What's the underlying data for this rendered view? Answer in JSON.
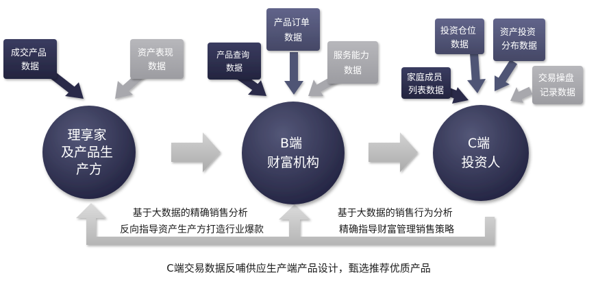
{
  "circles": {
    "producer": {
      "lines": [
        "理享家",
        "及产品生",
        "产方"
      ]
    },
    "institution": {
      "lines": [
        "B端",
        "财富机构"
      ]
    },
    "investor": {
      "lines": [
        "C端",
        "投资人"
      ]
    }
  },
  "boxes": {
    "deal_products": {
      "lines": [
        "成交产品",
        "数据"
      ]
    },
    "asset_performance": {
      "lines": [
        "资产表现",
        "数据"
      ]
    },
    "product_query": {
      "lines": [
        "产品查询",
        "数据"
      ]
    },
    "product_order": {
      "lines": [
        "产品订单",
        "数据"
      ]
    },
    "service_capability": {
      "lines": [
        "服务能力",
        "数据"
      ]
    },
    "family_members": {
      "lines": [
        "家庭成员",
        "列表数据"
      ]
    },
    "investment_position": {
      "lines": [
        "投资仓位",
        "数据"
      ]
    },
    "asset_allocation": {
      "lines": [
        "资产投资",
        "分布数据"
      ]
    },
    "trading_records": {
      "lines": [
        "交易操盘",
        "记录数据"
      ]
    }
  },
  "captions": {
    "left": [
      "基于大数据的精确销售分析",
      "反向指导资产生产方打造行业爆款"
    ],
    "right": [
      "基于大数据的销售行为分析",
      "精确指导财富管理销售策略"
    ]
  },
  "footer": "C端交易数据反哺供应生产端产品设计，甄选推荐优质产品",
  "colors": {
    "dark_navy": "#2e2f52",
    "mid_slate": "#505474",
    "light_gray": "#a9a9ad",
    "arrow_gray": "#bcbcbc"
  }
}
